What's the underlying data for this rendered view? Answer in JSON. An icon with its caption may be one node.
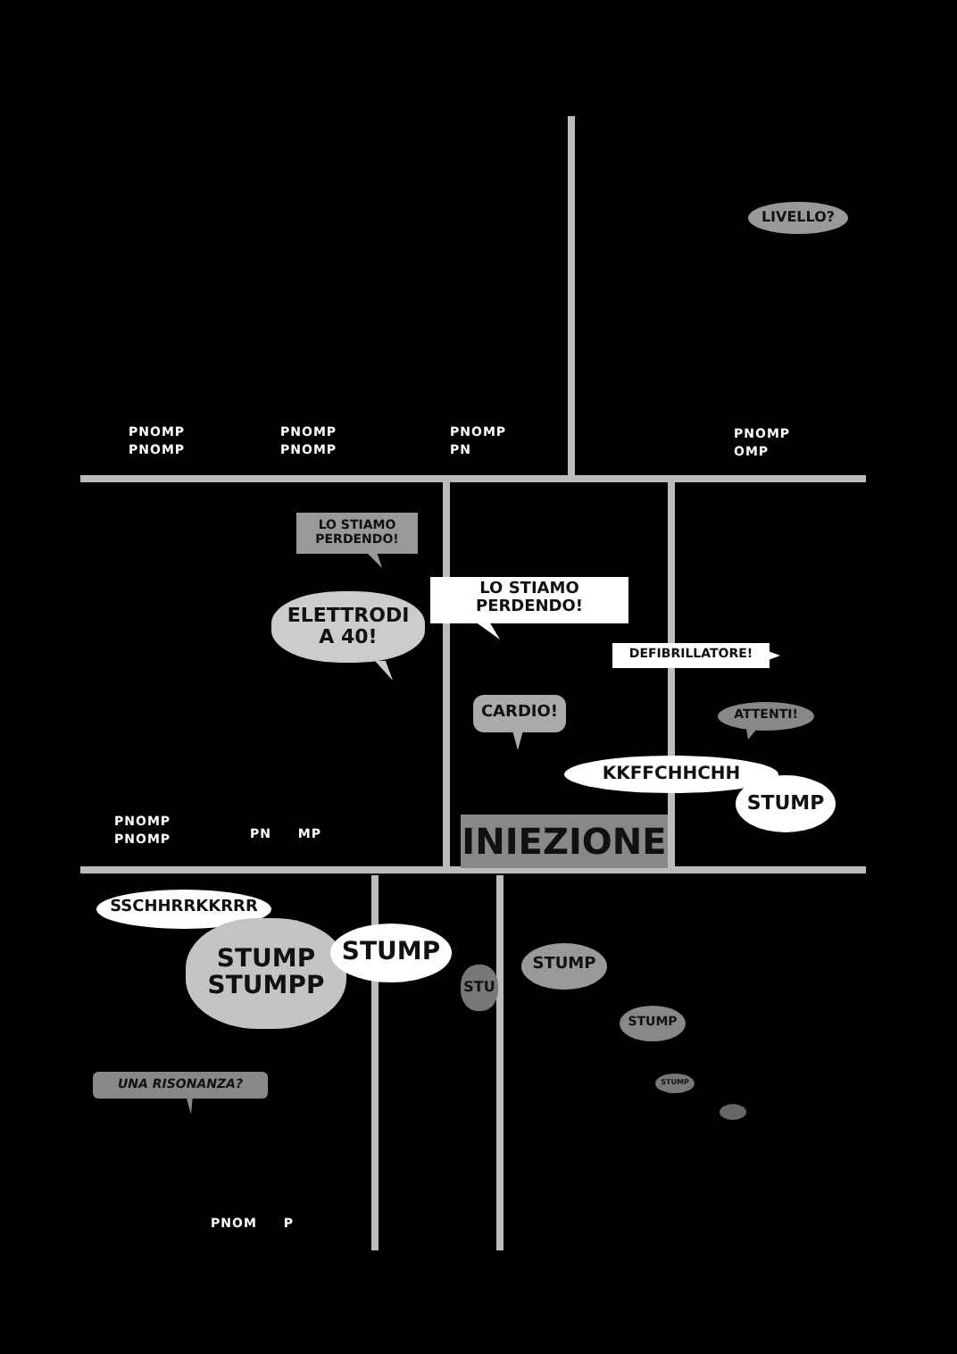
{
  "diagram": {
    "nodes": [
      {
        "text": [
          "LIVELLO?"
        ]
      },
      {
        "text": [
          "LO STIAMO PERDENDO!"
        ]
      },
      {
        "text": [
          "ELETTRODI A 40!"
        ]
      },
      {
        "text": [
          "LO STIAMO PERDENDO!"
        ]
      },
      {
        "text": [
          "DEFIBRILLATORE!"
        ]
      },
      {
        "text": [
          "CARDIO!"
        ]
      },
      {
        "text": [
          "ATTENTI!"
        ]
      },
      {
        "text": [
          "KKFFCHHCHH"
        ]
      },
      {
        "text": [
          "STUMP"
        ]
      },
      {
        "text": [
          "INIEZIONE"
        ]
      },
      {
        "text": [
          "SSCHHRRKKRRR"
        ]
      },
      {
        "text": [
          "STUMP",
          "STUMPP"
        ]
      },
      {
        "text": [
          "STUMP"
        ]
      },
      {
        "text": [
          "STU"
        ]
      },
      {
        "text": [
          "STUMP"
        ]
      },
      {
        "text": [
          "STUMP"
        ]
      },
      {
        "text": [
          "STUMP"
        ]
      },
      {
        "text": [],
        "shape": "cloud"
      },
      {
        "text": [
          "UNA RISONANZA?"
        ]
      }
    ],
    "labels": [
      "PNOMP PNOMP",
      "PNOMP PNOMP",
      "PNOMP PN",
      "PNOMP OMP",
      "PNOMP PNOMP",
      "PN MP",
      "PNOM P"
    ]
  }
}
